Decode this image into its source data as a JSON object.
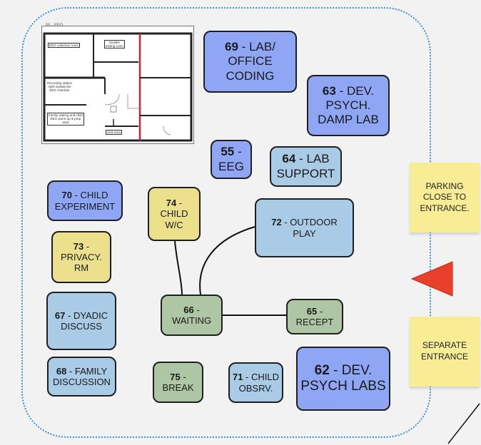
{
  "floorplan": {
    "title": "55 - EEG",
    "labels": {
      "eeg_room": "EEG collection room",
      "smaller_room": "Smaller\ntesting room",
      "recording_station": "Recording station\nright outside the\nEEG chamber",
      "family_waiting": "Family waiting and child\nEEG warm-up & prep\narea",
      "sink": "Sink area"
    }
  },
  "rooms": {
    "r69": {
      "num": "69",
      "lines": [
        "LAB/",
        "OFFICE",
        "CODING"
      ]
    },
    "r63": {
      "num": "63",
      "lines": [
        "DEV.",
        "PSYCH.",
        "DAMP LAB"
      ]
    },
    "r55": {
      "num": "55",
      "lines": [
        "-",
        "EEG"
      ]
    },
    "r64": {
      "num": "64",
      "lines": [
        "LAB",
        "SUPPORT"
      ]
    },
    "r70": {
      "num": "70",
      "lines": [
        "CHILD",
        "EXPERIMENT"
      ]
    },
    "r74": {
      "num": "74",
      "lines": [
        "-",
        "CHILD",
        "W/C"
      ]
    },
    "r72": {
      "num": "72",
      "lines": [
        "OUTDOOR",
        "PLAY"
      ]
    },
    "r73": {
      "num": "73",
      "lines": [
        "-",
        "PRIVACY.",
        "RM"
      ]
    },
    "r67": {
      "num": "67",
      "lines": [
        "DYADIC",
        "DISCUSS"
      ]
    },
    "r66": {
      "num": "66",
      "lines": [
        "-",
        "WAITING"
      ]
    },
    "r65": {
      "num": "65",
      "lines": [
        "-",
        "RECEPT"
      ]
    },
    "r68": {
      "num": "68",
      "lines": [
        "FAMILY",
        "DISCUSSION"
      ]
    },
    "r75": {
      "num": "75",
      "lines": [
        "-",
        "BREAK"
      ]
    },
    "r71": {
      "num": "71",
      "lines": [
        "CHILD",
        "OBSRV."
      ]
    },
    "r62": {
      "num": "62",
      "lines": [
        "DEV.",
        "PSYCH LABS"
      ]
    }
  },
  "stickies": {
    "parking": "PARKING\nCLOSE TO\nENTRANCE.",
    "separate": "SEPARATE\nENTRANCE"
  },
  "colors": {
    "blue": "#8fa6f5",
    "light_blue": "#a9cbe6",
    "yellow": "#ede08d",
    "green": "#aec6a3",
    "arrow": "#e8402a",
    "frame": "#3a93e0"
  },
  "icons": {
    "arrow": "red-triangle-arrow-icon"
  }
}
